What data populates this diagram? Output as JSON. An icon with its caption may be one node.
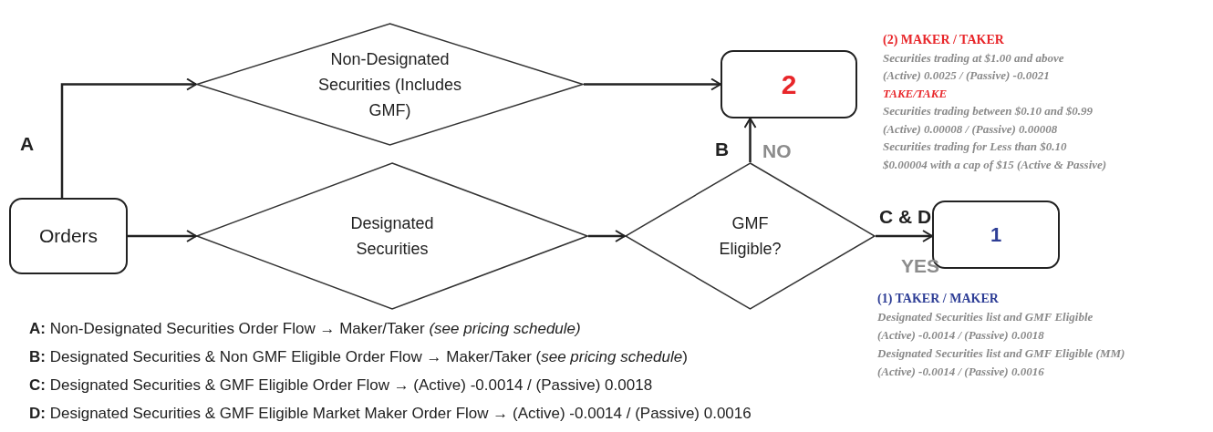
{
  "diagram": {
    "nodes": [
      {
        "text": [
          "Orders"
        ]
      },
      {
        "text": [
          "Non-Designated Securities (Includes GMF)"
        ]
      },
      {
        "text": [
          "Designated Securities"
        ]
      },
      {
        "text": [
          "2"
        ]
      },
      {
        "text": [
          "GMF Eligible?"
        ]
      },
      {
        "text": [
          "1"
        ]
      }
    ],
    "edges": [
      {
        "from": 0,
        "to": 1,
        "arrow": "to",
        "label": "A"
      },
      {
        "from": 0,
        "to": 2,
        "arrow": "to"
      },
      {
        "from": 1,
        "to": 3,
        "arrow": "to"
      },
      {
        "from": 2,
        "to": 4,
        "arrow": "to"
      },
      {
        "from": 4,
        "to": 3,
        "arrow": "to",
        "label": "B"
      },
      {
        "from": 4,
        "to": 5,
        "arrow": "to",
        "label": "C & D"
      }
    ],
    "labels": [
      "(2) MAKER / TAKER",
      "Securities trading at $1.00 and above",
      "(Active) 0.0025 / (Passive) -0.0021",
      "TAKE/TAKE",
      "Securities trading between $0.10 and $0.99",
      "(Active) 0.00008 / (Passive) 0.00008",
      "Securities trading for Less than $0.10",
      "$0.00004 with a cap of $15 (Active & Passive)",
      "NO",
      "YES",
      "(1) TAKER / MAKER",
      "Designated Securities list and GMF Eligible",
      "(Active) -0.0014 / (Passive) 0.0018",
      "Designated Securities list and GMF Eligible (MM)",
      "(Active) -0.0014 / (Passive) 0.0016",
      "**A:** Non-Designated Securities Order Flow → Maker/Taker *(see pricing schedule)*",
      "**B:** Designated Securities & Non GMF Eligible Order Flow → Maker/Taker (*see pricing schedule*)",
      "**C:** Designated Securities & GMF Eligible Order Flow → (Active) -0.0014 / (Passive) 0.0018",
      "**D:** Designated Securities & GMF Eligible Market Maker Order Flow → (Active) -0.0014 / (Passive) 0.0016"
    ]
  }
}
